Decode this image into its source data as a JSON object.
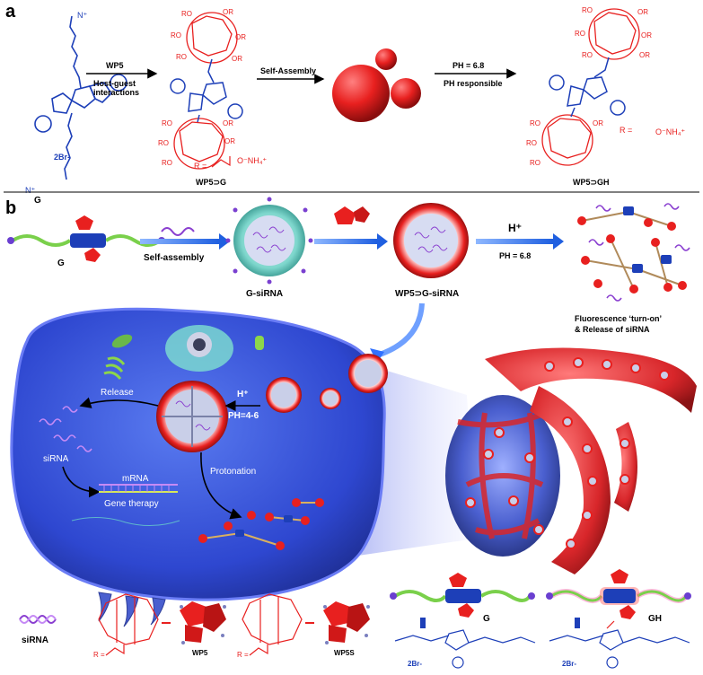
{
  "panel_a": {
    "label": "a",
    "guest_label": "G",
    "guest_counterion": "2Br-",
    "arrow1_top": "WP5",
    "arrow1_bottom_1": "Host-guest",
    "arrow1_bottom_2": "interactions",
    "complex_label": "WP5⊃G",
    "r_group_left": "R =",
    "r_group_left_formula": "O⁻NH₄⁺",
    "arrow2_top": "Self-Assembly",
    "arrow3_top": "PH = 6.8",
    "arrow3_bottom": "PH responsible",
    "product_label": "WP5⊃GH",
    "r_group_right": "R =",
    "r_group_right_formula": "O⁻NH₄⁺",
    "ro": "RO",
    "or": "OR",
    "n_plus": "N⁺"
  },
  "panel_b": {
    "label": "b",
    "g_label": "G",
    "arrow_self_assembly": "Self-assembly",
    "g_sirna": "G-siRNA",
    "wp5_g_sirna": "WP5⊃G-siRNA",
    "h_plus": "H⁺",
    "ph_68": "PH = 6.8",
    "fluorescence_1": "Fluorescence ‘turn-on’",
    "fluorescence_2": "& Release of siRNA",
    "release": "Release",
    "h_plus_cell": "H⁺",
    "ph_46": "PH=4-6",
    "sirna": "siRNA",
    "mrna": "mRNA",
    "gene_therapy": "Gene therapy",
    "protonation": "Protonation"
  },
  "legend": {
    "sirna": "siRNA",
    "r_wp5": "R =",
    "r_wp5s": "R =",
    "wp5": "WP5",
    "wp5s": "WP5S",
    "g": "G",
    "gh": "GH",
    "br_left": "2Br-",
    "br_right": "2Br-"
  },
  "colors": {
    "red": "#e8201f",
    "blue": "#1d3fb8",
    "cell": "#3b4fd6",
    "vessel": "#d8262a",
    "green": "#7ad04b"
  }
}
